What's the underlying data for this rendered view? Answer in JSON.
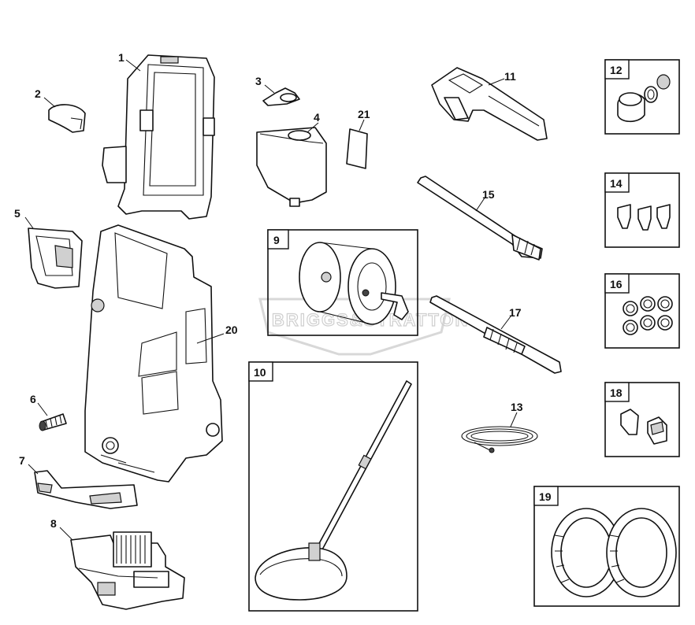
{
  "watermark": {
    "text": "BRIGGS&STRATTON"
  },
  "callouts": {
    "c1": "1",
    "c2": "2",
    "c3": "3",
    "c4": "4",
    "c5": "5",
    "c6": "6",
    "c7": "7",
    "c8": "8",
    "c9": "9",
    "c10": "10",
    "c11": "11",
    "c12": "12",
    "c13": "13",
    "c14": "14",
    "c15": "15",
    "c16": "16",
    "c17": "17",
    "c18": "18",
    "c19": "19",
    "c20": "20",
    "c21": "21"
  },
  "colors": {
    "line": "#111111",
    "shade": "#d0d0d0",
    "watermark": "#cfcfcf",
    "background": "#ffffff"
  }
}
